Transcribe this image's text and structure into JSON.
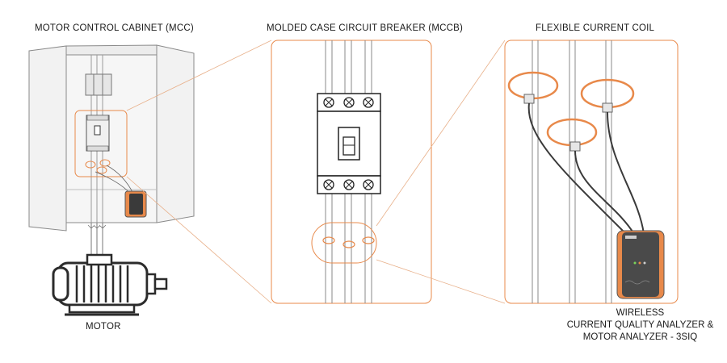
{
  "labels": {
    "mcc": "MOTOR CONTROL CABINET (MCC)",
    "mccb": "MOLDED CASE CIRCUIT BREAKER (MCCB)",
    "coil": "FLEXIBLE CURRENT COIL",
    "motor": "MOTOR",
    "analyzer_line1": "WIRELESS",
    "analyzer_line2": "CURRENT QUALITY ANALYZER &",
    "analyzer_line3": "MOTOR ANALYZER - 3SIQ"
  },
  "colors": {
    "accent": "#e8894a",
    "outline": "#8a8a8a",
    "dark": "#2b2b2b",
    "cabinet": "#f4f4f4"
  },
  "icons": {
    "motor": "electric-motor-icon",
    "breaker": "breaker-icon",
    "analyzer": "analyzer-device-icon",
    "coil": "rogowski-coil-icon"
  }
}
